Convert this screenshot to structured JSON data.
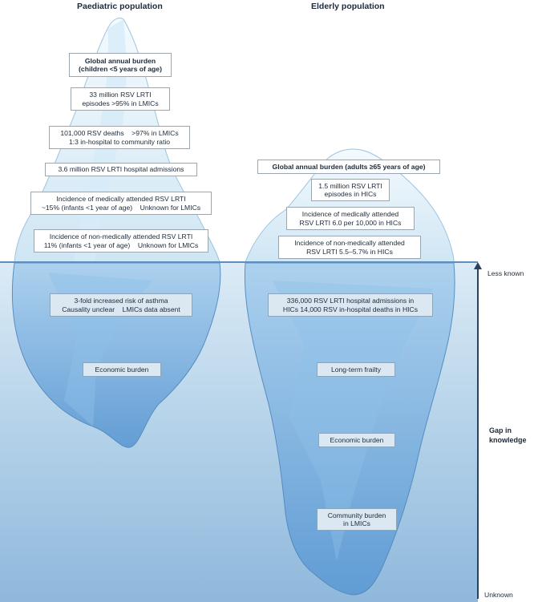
{
  "paediatric": {
    "title": "Paediatric population",
    "burden_heading": [
      "Global annual burden",
      "(children <5 years of age)"
    ],
    "above": [
      [
        "33 million RSV LRTI",
        "episodes >95% in LMICs"
      ],
      [
        "101,000 RSV deaths    >97% in LMICs",
        "1:3 in-hospital to community ratio"
      ],
      [
        "3.6 million RSV LRTI hospital admissions"
      ],
      [
        "Incidence of medically attended RSV LRTI",
        "~15% (infants <1 year of age)    Unknown for LMICs"
      ],
      [
        "Incidence of non-medically attended RSV LRTI",
        "11% (infants <1 year of age)    Unknown for LMICs"
      ]
    ],
    "below": [
      [
        "3-fold increased risk of asthma",
        "Causality unclear    LMICs data absent"
      ],
      [
        "Economic burden"
      ]
    ]
  },
  "elderly": {
    "title": "Elderly population",
    "burden_heading": [
      "Global annual burden (adults ≥65 years of age)"
    ],
    "above": [
      [
        "1.5 million RSV LRTI",
        "episodes in HICs"
      ],
      [
        "Incidence of medically attended",
        "RSV LRTI 6.0 per 10,000 in HICs"
      ],
      [
        "Incidence of non-medically attended",
        "RSV LRTI 5.5–5.7% in HICs"
      ]
    ],
    "below": [
      [
        "336,000 RSV LRTI hospital admissions in",
        "HICs 14,000 RSV in-hospital deaths in HICs"
      ],
      [
        "Long-term frailty"
      ],
      [
        "Economic burden"
      ],
      [
        "Community burden",
        "in LMICs"
      ]
    ]
  },
  "axis": {
    "top_label": "Less known",
    "middle_label": [
      "Gap in",
      "knowledge"
    ],
    "bottom_label": "Unknown"
  },
  "colors": {
    "water_top": "#dcebf6",
    "water_bottom": "#8fb8dc",
    "ice_above": "#e3f1f9",
    "ice_below": "#6fa9d9",
    "box_border": "#9aa6b2"
  }
}
